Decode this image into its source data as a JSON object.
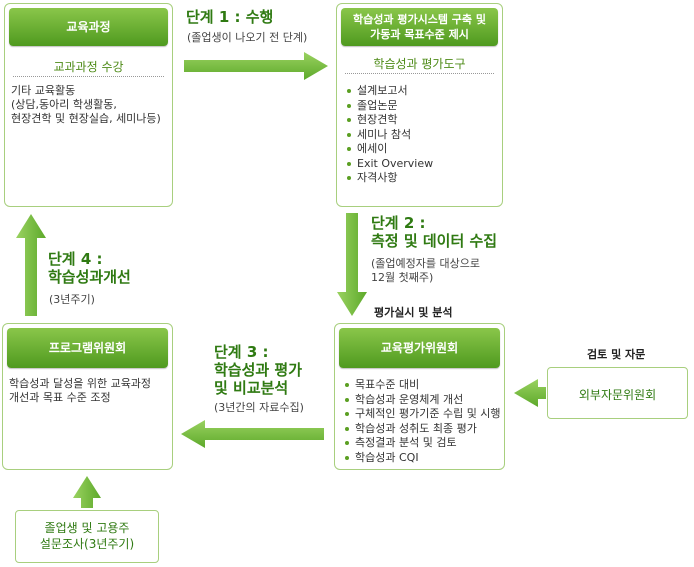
{
  "curriculum": {
    "header": "교육과정",
    "subtitle": "교과과정 수강",
    "lines": [
      "기타 교육활동",
      "(상담,동아리 학생활동,",
      "현장견학 및 현장실습, 세미나등)"
    ]
  },
  "assessment": {
    "header_lines": [
      "학습성과 평가시스템 구축 및",
      "가동과 목표수준 제시"
    ],
    "subtitle": "학습성과 평가도구",
    "items": [
      "설계보고서",
      "졸업논문",
      "현장견학",
      "세미나 참석",
      "에세이",
      "Exit Overview",
      "자격사항"
    ]
  },
  "committee": {
    "header": "교육평가위원회",
    "items": [
      "목표수준 대비",
      "학습성과 운영체계 개선",
      "구체적인 평가기준 수립 및 시행",
      "학습성과 성취도 최종 평가",
      "측정결과 분석 및 검토",
      "학습성과 CQI"
    ]
  },
  "program": {
    "header": "프로그램위원회",
    "lines": [
      "학습성과 달성을 위한 교육과정",
      "개선과 목표 수준 조정"
    ]
  },
  "external": {
    "label": "외부자문위원회"
  },
  "survey": {
    "lines": [
      "졸업생 및 고용주",
      "설문조사(3년주기)"
    ]
  },
  "stage1": {
    "title": "단계 1 : 수행",
    "sub": "(졸업생이 나오기 전 단계)"
  },
  "stage2": {
    "title_lines": [
      "단계 2 :",
      "측정 및 데이터 수집"
    ],
    "sub_lines": [
      "(졸업예정자를 대상으로",
      "12월 첫째주)"
    ]
  },
  "stage3": {
    "title_lines": [
      "단계 3 :",
      "학습성과 평가",
      "및 비교분석"
    ],
    "sub": "(3년간의 자료수집)"
  },
  "stage4": {
    "title_lines": [
      "단계 4 :",
      "학습성과개선"
    ],
    "sub": "(3년주기)"
  },
  "labels": {
    "eval_analysis": "평가실시 및 분석",
    "review_advice": "검토 및 자문"
  },
  "colors": {
    "arrow": "#7cc243",
    "border": "#a8cf7e",
    "header_top": "#8ac64a",
    "header_bottom": "#4f9a1f",
    "title": "#2f7a12"
  }
}
